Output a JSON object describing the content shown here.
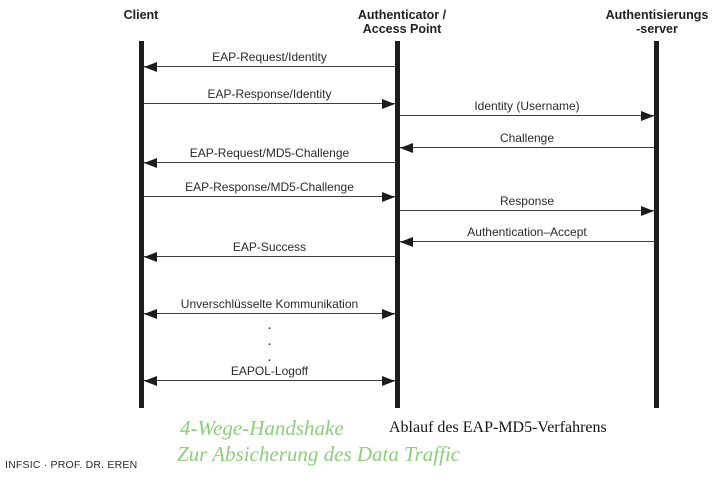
{
  "diagram": {
    "actors": [
      {
        "line1": "Client",
        "line2": ""
      },
      {
        "line1": "Authenticator /",
        "line2": "Access Point"
      },
      {
        "line1": "Authentisierungs",
        "line2": "-server"
      }
    ],
    "messages": [
      {
        "label": "EAP-Request/Identity",
        "from": "Authenticator / Access Point",
        "to": "Client",
        "direction": "left"
      },
      {
        "label": "EAP-Response/Identity",
        "from": "Client",
        "to": "Authenticator / Access Point",
        "direction": "right"
      },
      {
        "label": "Identity (Username)",
        "from": "Authenticator / Access Point",
        "to": "Authentisierungs-server",
        "direction": "right"
      },
      {
        "label": "Challenge",
        "from": "Authentisierungs-server",
        "to": "Authenticator / Access Point",
        "direction": "left"
      },
      {
        "label": "EAP-Request/MD5-Challenge",
        "from": "Authenticator / Access Point",
        "to": "Client",
        "direction": "left"
      },
      {
        "label": "EAP-Response/MD5-Challenge",
        "from": "Client",
        "to": "Authenticator / Access Point",
        "direction": "right"
      },
      {
        "label": "Response",
        "from": "Authenticator / Access Point",
        "to": "Authentisierungs-server",
        "direction": "right"
      },
      {
        "label": "Authentication–Accept",
        "from": "Authentisierungs-server",
        "to": "Authenticator / Access Point",
        "direction": "left"
      },
      {
        "label": "EAP-Success",
        "from": "Authenticator / Access Point",
        "to": "Client",
        "direction": "left"
      },
      {
        "label": "Unverschlüsselte Kommunikation",
        "from": "Client",
        "to": "Authenticator / Access Point",
        "direction": "both"
      },
      {
        "label": "EAPOL-Logoff",
        "from": "Client",
        "to": "Authenticator / Access Point",
        "direction": "both"
      }
    ],
    "continuation_dots": [
      ".",
      ".",
      "."
    ]
  },
  "captions": {
    "slide_note_line1": "4-Wege-Handshake",
    "slide_note_line2": "Zur Absicherung des Data Traffic",
    "figure_caption": "Ablauf des EAP-MD5-Verfahrens",
    "footer": "INFSIC · PROF. DR. EREN"
  },
  "colors": {
    "note_green": "#8dce7c",
    "ink": "#1a1a1a"
  }
}
